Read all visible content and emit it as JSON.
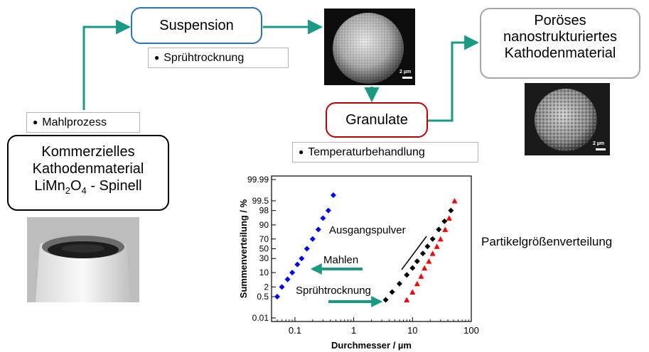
{
  "flow": {
    "suspension": "Suspension",
    "spray_drying": "Sprühtrocknung",
    "granulate": "Granulate",
    "heat_treatment": "Temperaturbehandlung",
    "milling": "Mahlprozess",
    "commercial_line1": "Kommerzielles",
    "commercial_line2": "Kathodenmaterial",
    "commercial_formula": "LiMn2O4 - Spinell",
    "porous_line1": "Poröses",
    "porous_line2": "nanostrukturiertes",
    "porous_line3": "Kathodenmaterial",
    "scale_bar_1": "2 µm",
    "scale_bar_2": "2 µm"
  },
  "colors": {
    "arrow": "#1a9a83",
    "suspension_border": "#2e74b5",
    "granulate_border": "#c00000",
    "neutral_border": "#a6a6a6",
    "black_border": "#000000"
  },
  "side_label": "Partikelgrößenverteilung",
  "chart_data": {
    "type": "scatter",
    "xscale": "log",
    "yscale": "probability",
    "xlabel": "Durchmesser / µm",
    "ylabel": "Summenverteilung / %",
    "xlim": [
      0.04,
      100
    ],
    "x_ticks": [
      "0.1",
      "1",
      "10",
      "100"
    ],
    "y_ticks": [
      "0.01",
      "0.5",
      "2",
      "10",
      "30",
      "50",
      "70",
      "90",
      "98",
      "99.5",
      "99.99"
    ],
    "annotations": [
      "Ausgangspulver",
      "Mahlen",
      "Sprühtrocknung"
    ],
    "series": [
      {
        "marker": "diamond",
        "color": "#0000ff",
        "x": [
          0.05,
          0.06,
          0.075,
          0.09,
          0.11,
          0.13,
          0.16,
          0.2,
          0.25,
          0.3,
          0.37,
          0.45
        ],
        "y": [
          0.5,
          2,
          5,
          10,
          20,
          30,
          50,
          70,
          85,
          95,
          98,
          99.8
        ]
      },
      {
        "marker": "diamond",
        "color": "#000000",
        "x": [
          3.5,
          4.5,
          6,
          8,
          10,
          12,
          15,
          18,
          22,
          28,
          35,
          45
        ],
        "y": [
          0.3,
          1,
          3,
          8,
          15,
          25,
          40,
          55,
          70,
          85,
          93,
          98
        ]
      },
      {
        "marker": "triangle",
        "color": "#ff0000",
        "x": [
          8,
          10,
          12,
          14,
          16,
          19,
          22,
          26,
          30,
          36,
          42,
          52
        ],
        "y": [
          0.3,
          1,
          3,
          7,
          15,
          25,
          40,
          55,
          70,
          85,
          95,
          99.5
        ]
      }
    ]
  }
}
